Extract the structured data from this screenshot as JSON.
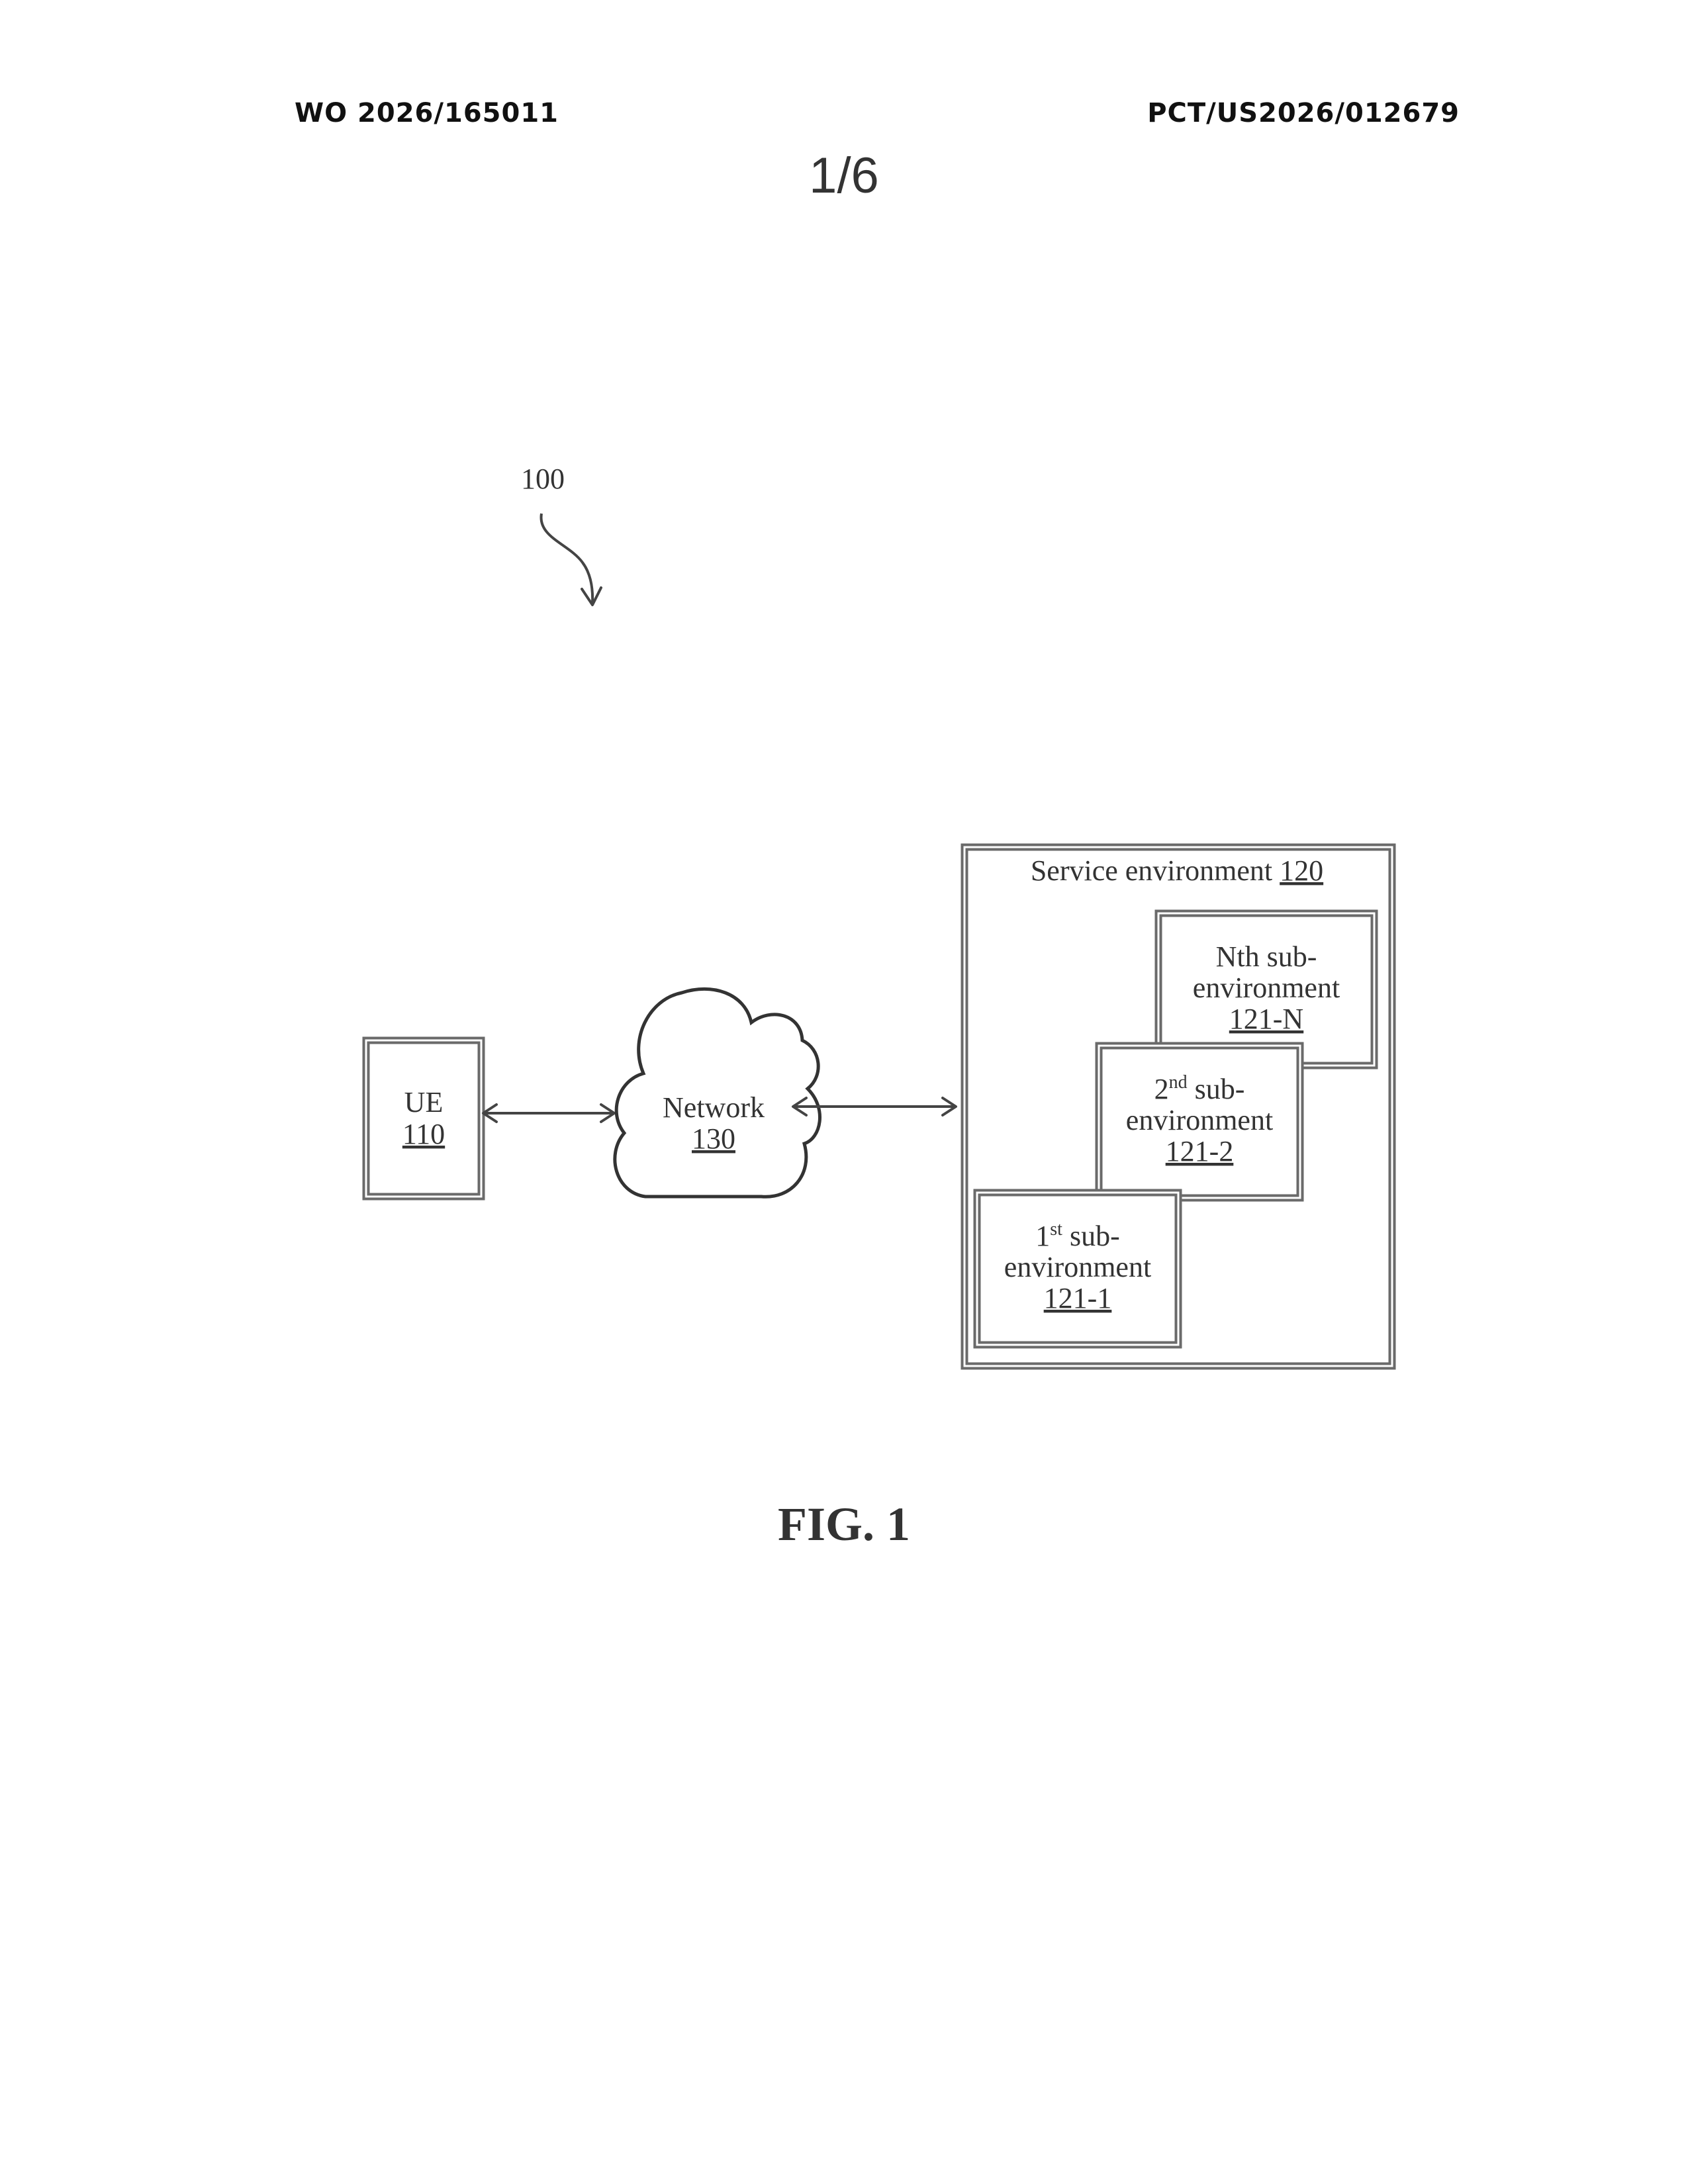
{
  "header": {
    "publication_number": "WO 2026/165011",
    "application_number": "PCT/US2026/012679",
    "sheet": "1/6"
  },
  "figure": {
    "reference_label": "100",
    "caption": "FIG. 1",
    "ue": {
      "name": "UE",
      "ref": "110"
    },
    "network": {
      "name": "Network",
      "ref": "130"
    },
    "service_environment": {
      "name": "Service environment",
      "ref": "120"
    },
    "sub_environments": [
      {
        "ordinal": "1",
        "ordinal_suffix": "st",
        "line1_rest": " sub-",
        "line2": "environment",
        "ref": "121-1"
      },
      {
        "ordinal": "2",
        "ordinal_suffix": "nd",
        "line1_rest": " sub-",
        "line2": "environment",
        "ref": "121-2"
      },
      {
        "ordinal": "Nth",
        "ordinal_suffix": "",
        "line1_rest": " sub-",
        "line2": "environment",
        "ref": "121-N"
      }
    ]
  }
}
